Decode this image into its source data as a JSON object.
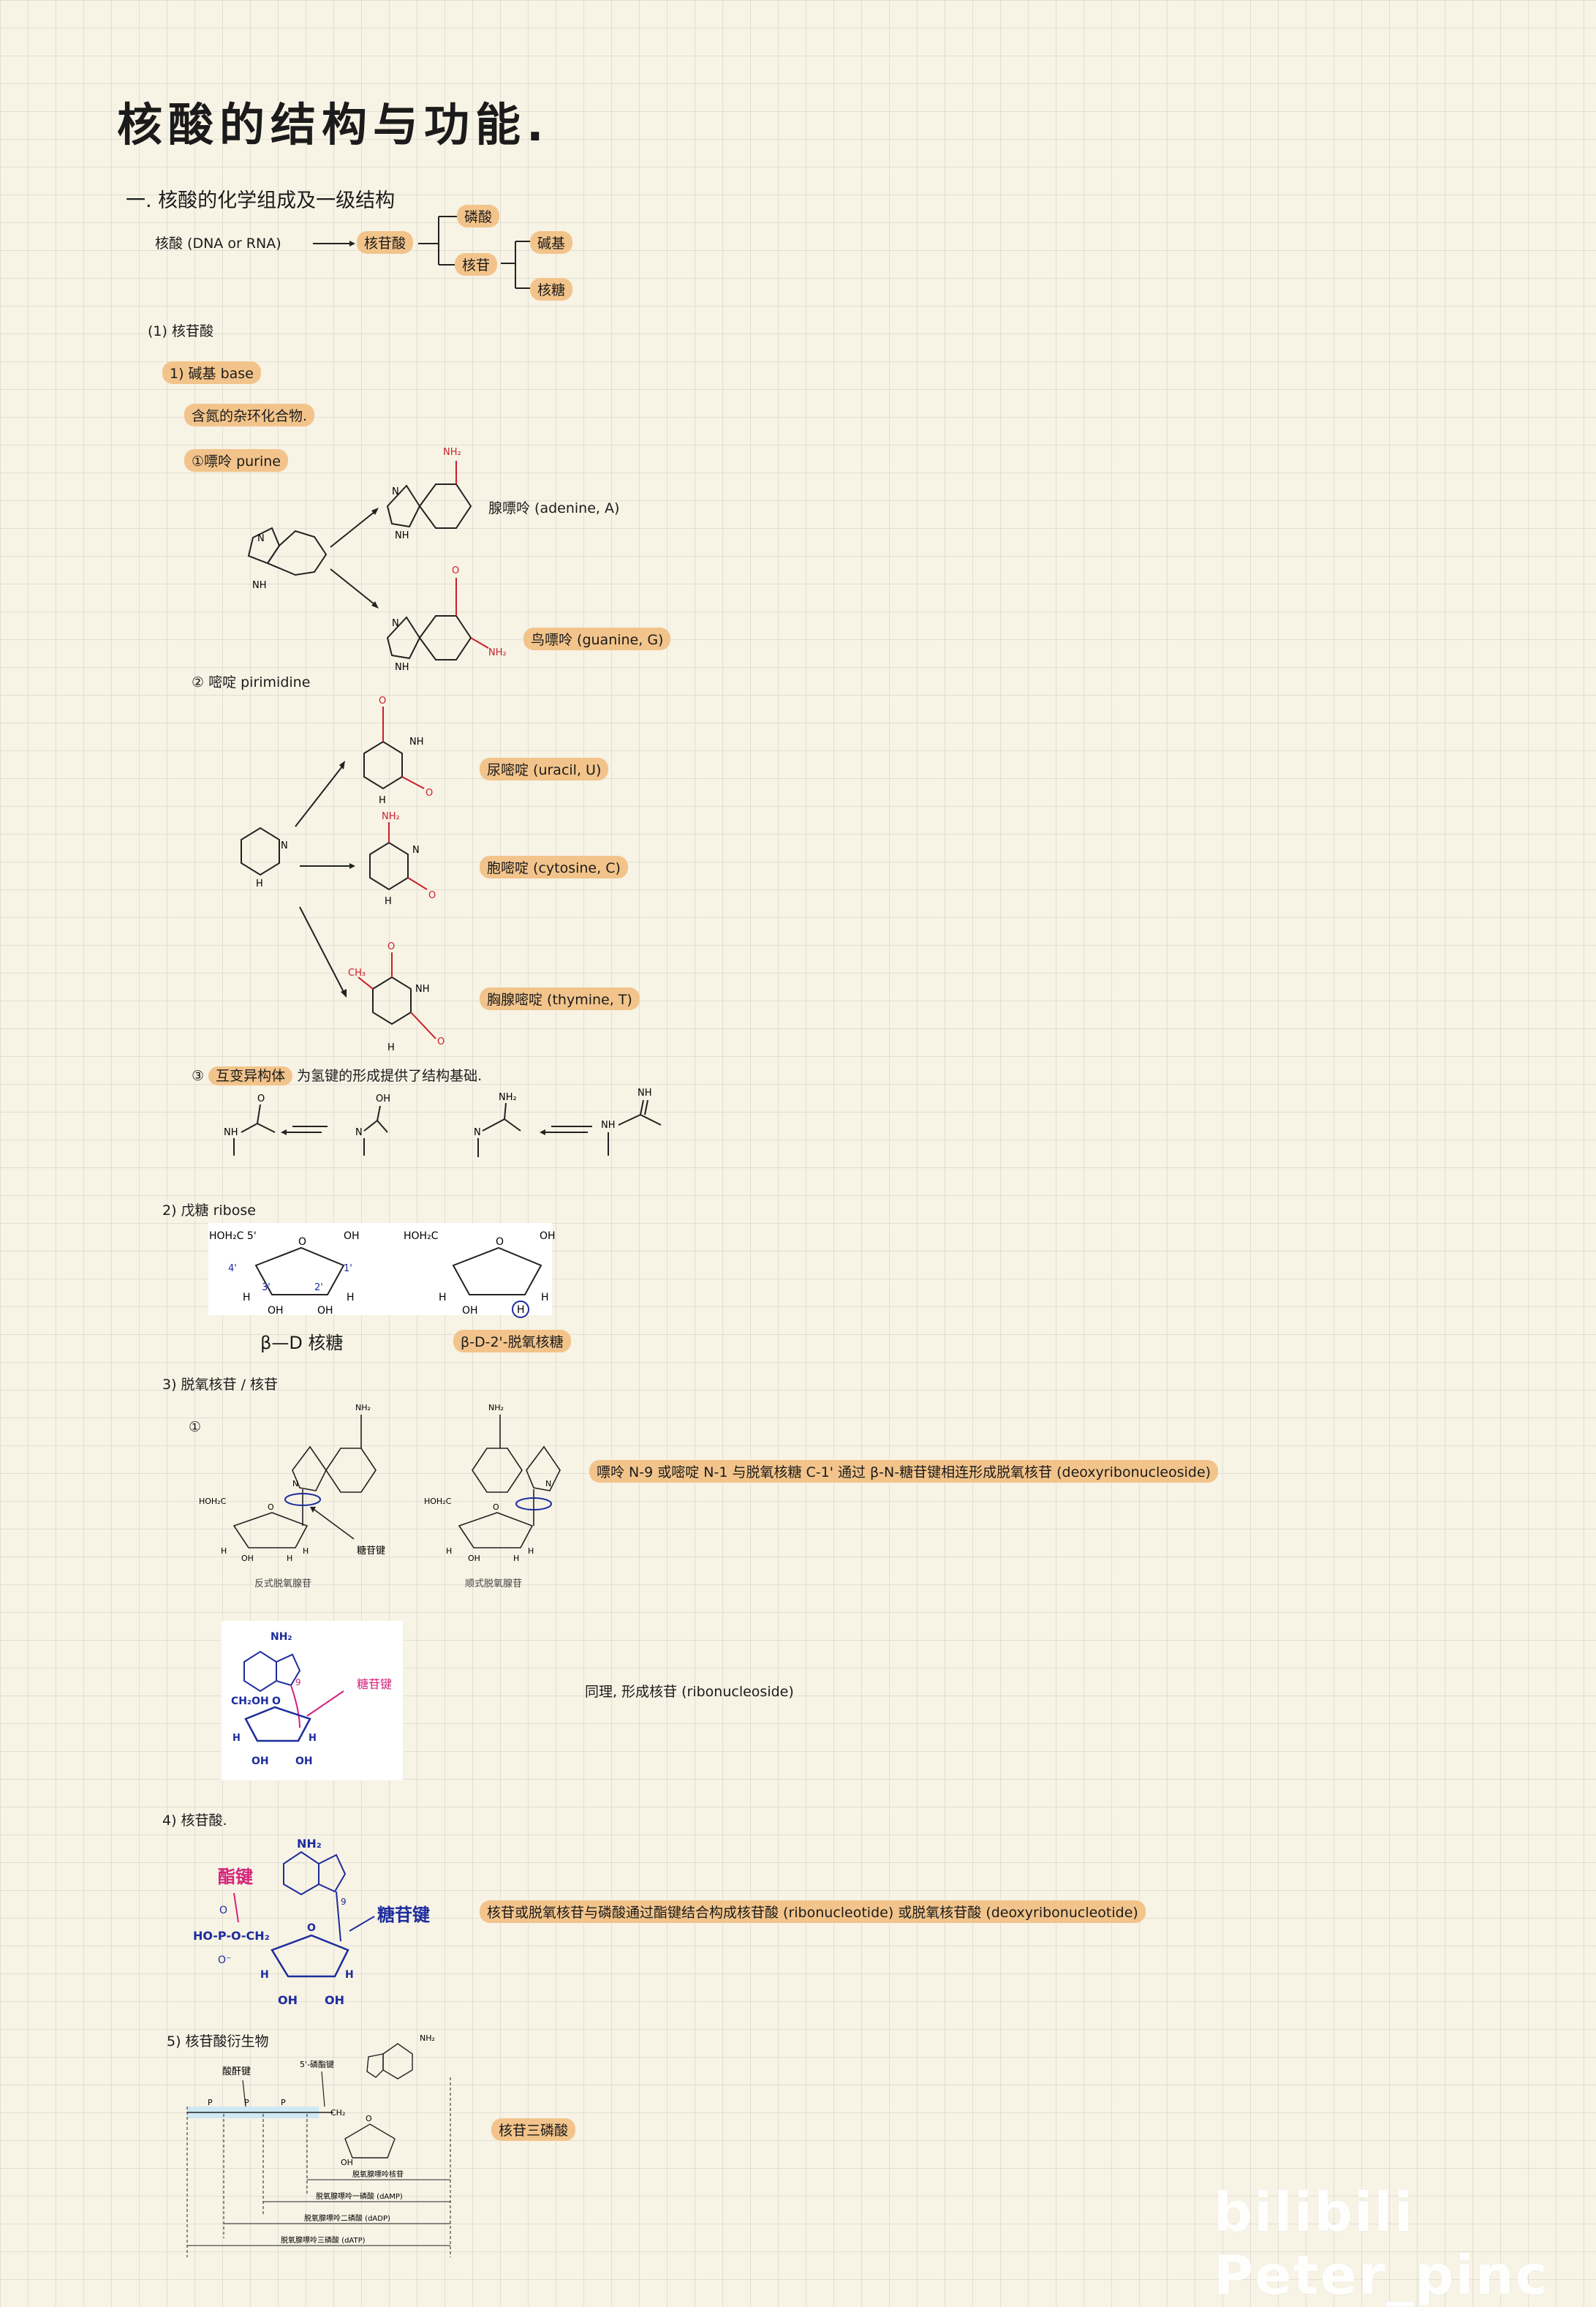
{
  "title": "核酸的结构与功能.",
  "section1": {
    "heading": "一. 核酸的化学组成及一级结构",
    "tree": {
      "root": "核酸 (DNA or RNA)",
      "nucleotide": "核苷酸",
      "phosphate": "磷酸",
      "nucleoside": "核苷",
      "base": "碱基",
      "sugar": "核糖"
    }
  },
  "part1": {
    "heading": "(1) 核苷酸",
    "base_heading": "1) 碱基 base",
    "base_note": "含氮的杂环化合物.",
    "purine": {
      "heading": "①嘌呤 purine",
      "adenine": "腺嘌呤 (adenine, A)",
      "guanine": "鸟嘌呤 (guanine, G)"
    },
    "pyrimidine": {
      "heading": "② 嘧啶 pirimidine",
      "uracil": "尿嘧啶 (uracil, U)",
      "cytosine": "胞嘧啶 (cytosine, C)",
      "thymine": "胸腺嘧啶 (thymine, T)"
    },
    "tautomer": {
      "num": "③",
      "highlight": "互变异构体",
      "rest": "为氢键的形成提供了结构基础."
    }
  },
  "atoms": {
    "N": "N",
    "NH": "NH",
    "NH2": "NH₂",
    "O": "O",
    "H": "H",
    "CH3": "CH₃",
    "OH": "OH",
    "HOH2C": "HOH₂C",
    "HOH2C5": "HOH₂C 5'",
    "c4": "4'",
    "c1": "1'",
    "c3": "3'",
    "c2": "2'",
    "n9": "9",
    "CH2OH": "CH₂OH",
    "HO": "HO",
    "P": "P",
    "O_minus": "O⁻",
    "CH2": "CH₂",
    "HOP": "HO-P-O-CH₂"
  },
  "sugar": {
    "heading": "2) 戊糖 ribose",
    "ribose": "β—D 核糖",
    "deoxyribose": "β-D-2'-脱氧核糖"
  },
  "nucleoside": {
    "heading": "3) 脱氧核苷 / 核苷",
    "num": "①",
    "anti_caption": "反式脱氧腺苷",
    "syn_caption": "顺式脱氧腺苷",
    "bond_label": "糖苷键",
    "note": "嘌呤 N-9 或嘧啶 N-1 与脱氧核糖 C-1' 通过 β-N-糖苷键相连形成脱氧核苷 (deoxyribonucleoside)",
    "glycosidic": "糖苷键",
    "same_note": "同理, 形成核苷 (ribonucleoside)"
  },
  "nucleotide": {
    "heading": "4) 核苷酸.",
    "ester_bond": "酯键",
    "glycosidic_bond": "糖苷键",
    "note": "核苷或脱氧核苷与磷酸通过酯键结合构成核苷酸 (ribonucleotide) 或脱氧核苷酸 (deoxyribonucleotide)"
  },
  "derivatives": {
    "heading": "5) 核苷酸衍生物",
    "anhydride": "酸酐键",
    "ester5": "5'-磷酯键",
    "dA": "脱氧腺嘌呤核苷",
    "dAMP": "脱氧腺嘌呤一磷酸 (dAMP)",
    "dADP": "脱氧腺嘌呤二磷酸 (dADP)",
    "dATP": "脱氧腺嘌呤三磷酸 (dATP)",
    "note": "核苷三磷酸"
  },
  "watermark": "bilibili Peter_pinc",
  "colors": {
    "highlight": "#f2c48b",
    "red": "#c8202a",
    "blue_struct": "#1d2c9c",
    "magenta": "#d4237a"
  }
}
